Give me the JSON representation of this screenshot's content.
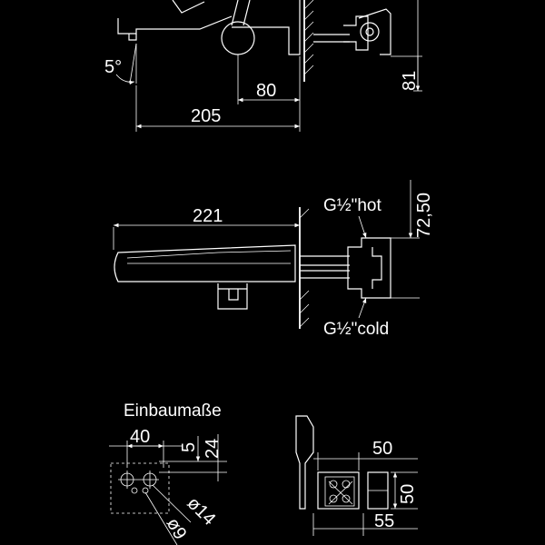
{
  "side_view": {
    "angle_label": "5°",
    "dim_80": "80",
    "dim_205": "205",
    "dim_81": "81"
  },
  "top_view": {
    "dim_221": "221",
    "dim_72_50": "72,50",
    "hot_label": "G½\"hot",
    "cold_label": "G½\"cold"
  },
  "installation": {
    "title": "Einbaumaße",
    "dim_40": "40",
    "dim_5": "5",
    "dim_24": "24",
    "dim_phi14": "ø14",
    "dim_phi9": "ø9"
  },
  "box_view": {
    "dim_50_top": "50",
    "dim_50_side": "50",
    "dim_55": "55"
  }
}
